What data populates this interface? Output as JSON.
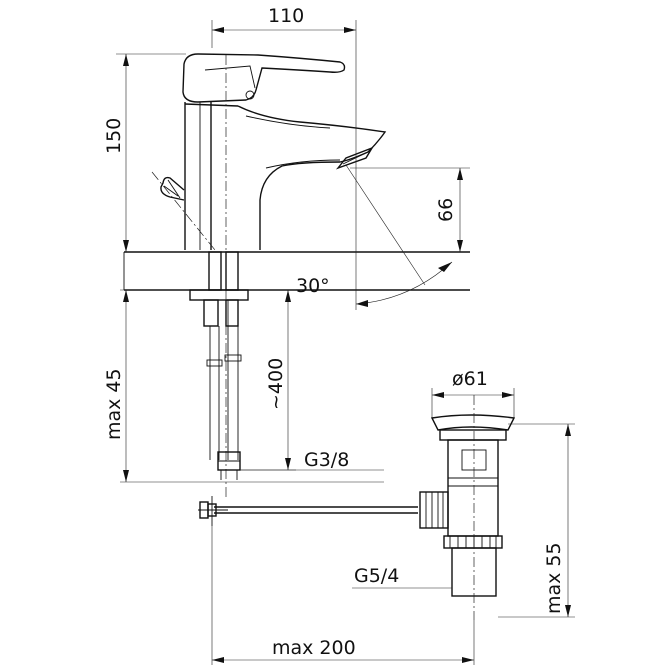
{
  "dimensions": {
    "width_top": "110",
    "height_total": "150",
    "spout_height": "66",
    "angle": "30°",
    "mount_thickness": "max 45",
    "hose_length": "~400",
    "hose_thread": "G3/8",
    "drain_diameter": "ø61",
    "drain_height": "max 55",
    "drain_thread": "G5/4",
    "rod_length": "max 200"
  }
}
